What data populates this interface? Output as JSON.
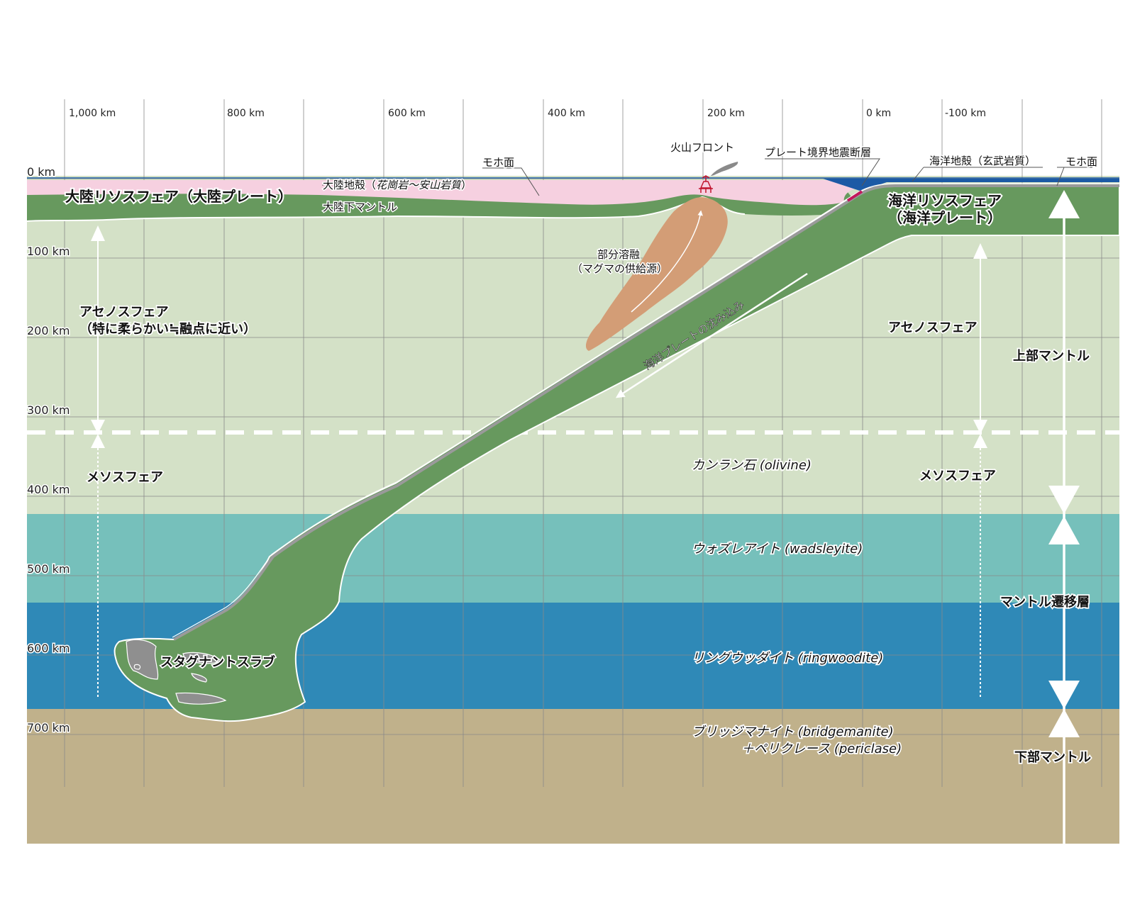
{
  "colors": {
    "asthenosphere": "#d4e1c7",
    "wadsleyite": "#76c0bb",
    "ringwoodite": "#2f89b7",
    "lower_mantle": "#c0b18b",
    "lithosphere": "#67995e",
    "crust": "#f6d0e0",
    "ocean": "#1c5aa5",
    "magma": "#d39d76",
    "stagnant": "#8f8f8f"
  },
  "distance_ticks": [
    "1,000 km",
    "800 km",
    "600 km",
    "400 km",
    "200 km",
    "0 km",
    "-100 km"
  ],
  "depth_ticks": [
    "0 km",
    "100 km",
    "200 km",
    "300 km",
    "400 km",
    "500 km",
    "600 km",
    "700 km"
  ],
  "labels": {
    "continental_lithosphere": "大陸リソスフェア（大陸プレート）",
    "continental_crust_prefix": "大陸地殻（",
    "continental_crust_rock": "花崗岩〜安山岩質",
    "continental_crust_suffix": "）",
    "subcontinental_mantle": "大陸下マントル",
    "moho_left": "モホ面",
    "volcanic_front": "火山フロント",
    "plate_boundary_fault": "プレート境界地震断層",
    "oceanic_crust": "海洋地殻（玄武岩質）",
    "moho_right": "モホ面",
    "oceanic_lithosphere_1": "海洋リソスフェア",
    "oceanic_lithosphere_2": "（海洋プレート）",
    "partial_melt_1": "部分溶融",
    "partial_melt_2": "（マグマの供給源）",
    "asthenosphere_left_1": "アセノスフェア",
    "asthenosphere_left_2": "（特に柔らかい≒融点に近い）",
    "asthenosphere_right": "アセノスフェア",
    "upper_mantle": "上部マントル",
    "subduction": "海洋プレートの沈み込み",
    "mesosphere_left": "メソスフェア",
    "mesosphere_right": "メソスフェア",
    "olivine": "カンラン石 (olivine)",
    "wadsleyite": "ウォズレアイト (wadsleyite)",
    "transition_zone": "マントル遷移層",
    "ringwoodite": "リングウッダイト (ringwoodite)",
    "stagnant_slab": "スタグナントスラブ",
    "bridgemanite_1": "ブリッジマナイト (bridgemanite)",
    "bridgemanite_2": "＋ペリクレース (periclase)",
    "lower_mantle": "下部マントル"
  }
}
